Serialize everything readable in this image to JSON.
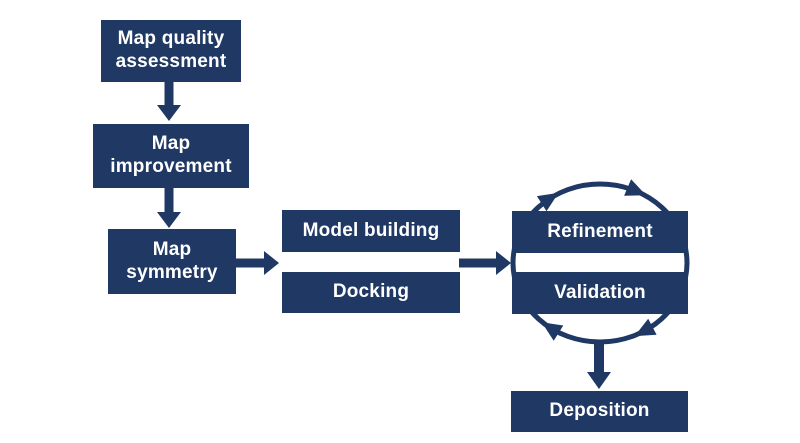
{
  "diagram": {
    "colors": {
      "node_fill": "#1f3864",
      "node_text": "#ffffff",
      "arrow": "#1f3864",
      "background": "#ffffff"
    },
    "nodes": {
      "map_quality": {
        "label": [
          "Map quality",
          "assessment"
        ]
      },
      "map_improvement": {
        "label": [
          "Map",
          "improvement"
        ]
      },
      "map_symmetry": {
        "label": [
          "Map",
          "symmetry"
        ]
      },
      "model_building": {
        "label": "Model building"
      },
      "docking": {
        "label": "Docking"
      },
      "refinement": {
        "label": "Refinement"
      },
      "validation": {
        "label": "Validation"
      },
      "deposition": {
        "label": "Deposition"
      }
    },
    "edges": [
      {
        "from": "map_quality",
        "to": "map_improvement",
        "type": "arrow-down"
      },
      {
        "from": "map_improvement",
        "to": "map_symmetry",
        "type": "arrow-down"
      },
      {
        "from": "map_symmetry",
        "to": "model_building_docking",
        "type": "arrow-right"
      },
      {
        "from": "model_building_docking",
        "to": "refinement_validation",
        "type": "arrow-right"
      },
      {
        "between": [
          "refinement",
          "validation"
        ],
        "type": "cycle-clockwise"
      },
      {
        "from": "refinement_validation",
        "to": "deposition",
        "type": "arrow-down"
      }
    ]
  }
}
